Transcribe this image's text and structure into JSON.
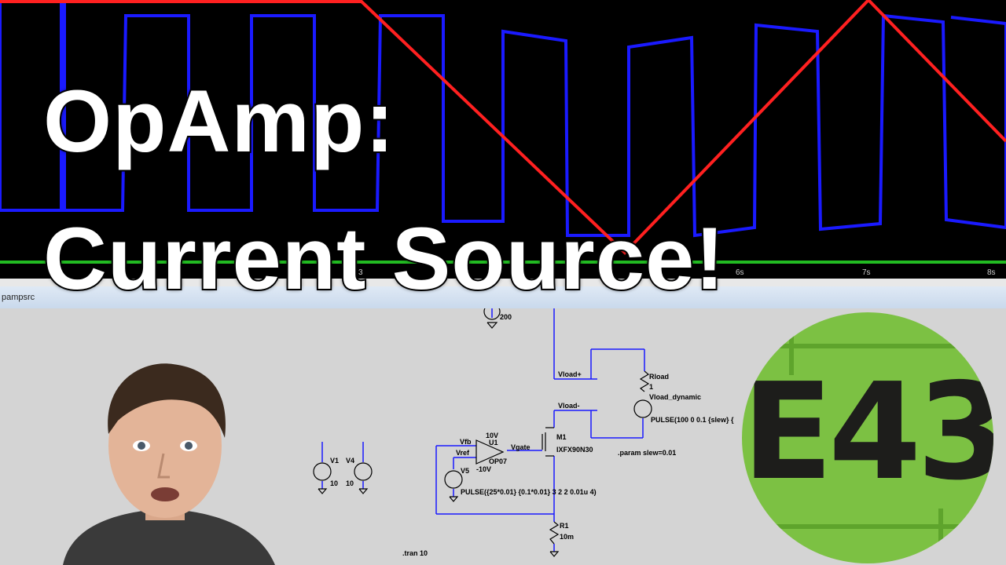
{
  "video_title": {
    "line1": "OpAmp:",
    "line2": "Current Source!"
  },
  "scope": {
    "x_tick_labels": [
      "3",
      "6s",
      "7s",
      "8s"
    ],
    "colors": {
      "background": "#000000",
      "square_wave": "#1a1aff",
      "triangle_wave": "#ff2020",
      "axis": "#22bb22"
    }
  },
  "schematic_window": {
    "title": "pampsrc",
    "labels": {
      "top_source_value": "200",
      "vload_plus": "Vload+",
      "vload_minus": "Vload-",
      "rload": "Rload",
      "rload_value": "1",
      "vload_dynamic": "Vload_dynamic",
      "pulse_load": "PULSE(100 0 0.1 {slew} {",
      "param": ".param slew=0.01",
      "m1": "M1",
      "mosfet": "IXFX90N30",
      "vgate": "Vgate",
      "vfb": "Vfb",
      "vref": "Vref",
      "u1": "U1",
      "op07": "OP07",
      "plus10": "10V",
      "minus10": "-10V",
      "v1": "V1",
      "v1_value": "10",
      "v4": "V4",
      "v4_value": "10",
      "v5": "V5",
      "pulse_ref": "PULSE({25*0.01} {0.1*0.01} 3 2 2 0.01u 4)",
      "r1": "R1",
      "r1_value": "10m",
      "tran": ".tran 10"
    }
  },
  "logo": {
    "text": "E43",
    "color": "#7cc143"
  },
  "presenter": {
    "description_icon": "presenter-photo"
  }
}
